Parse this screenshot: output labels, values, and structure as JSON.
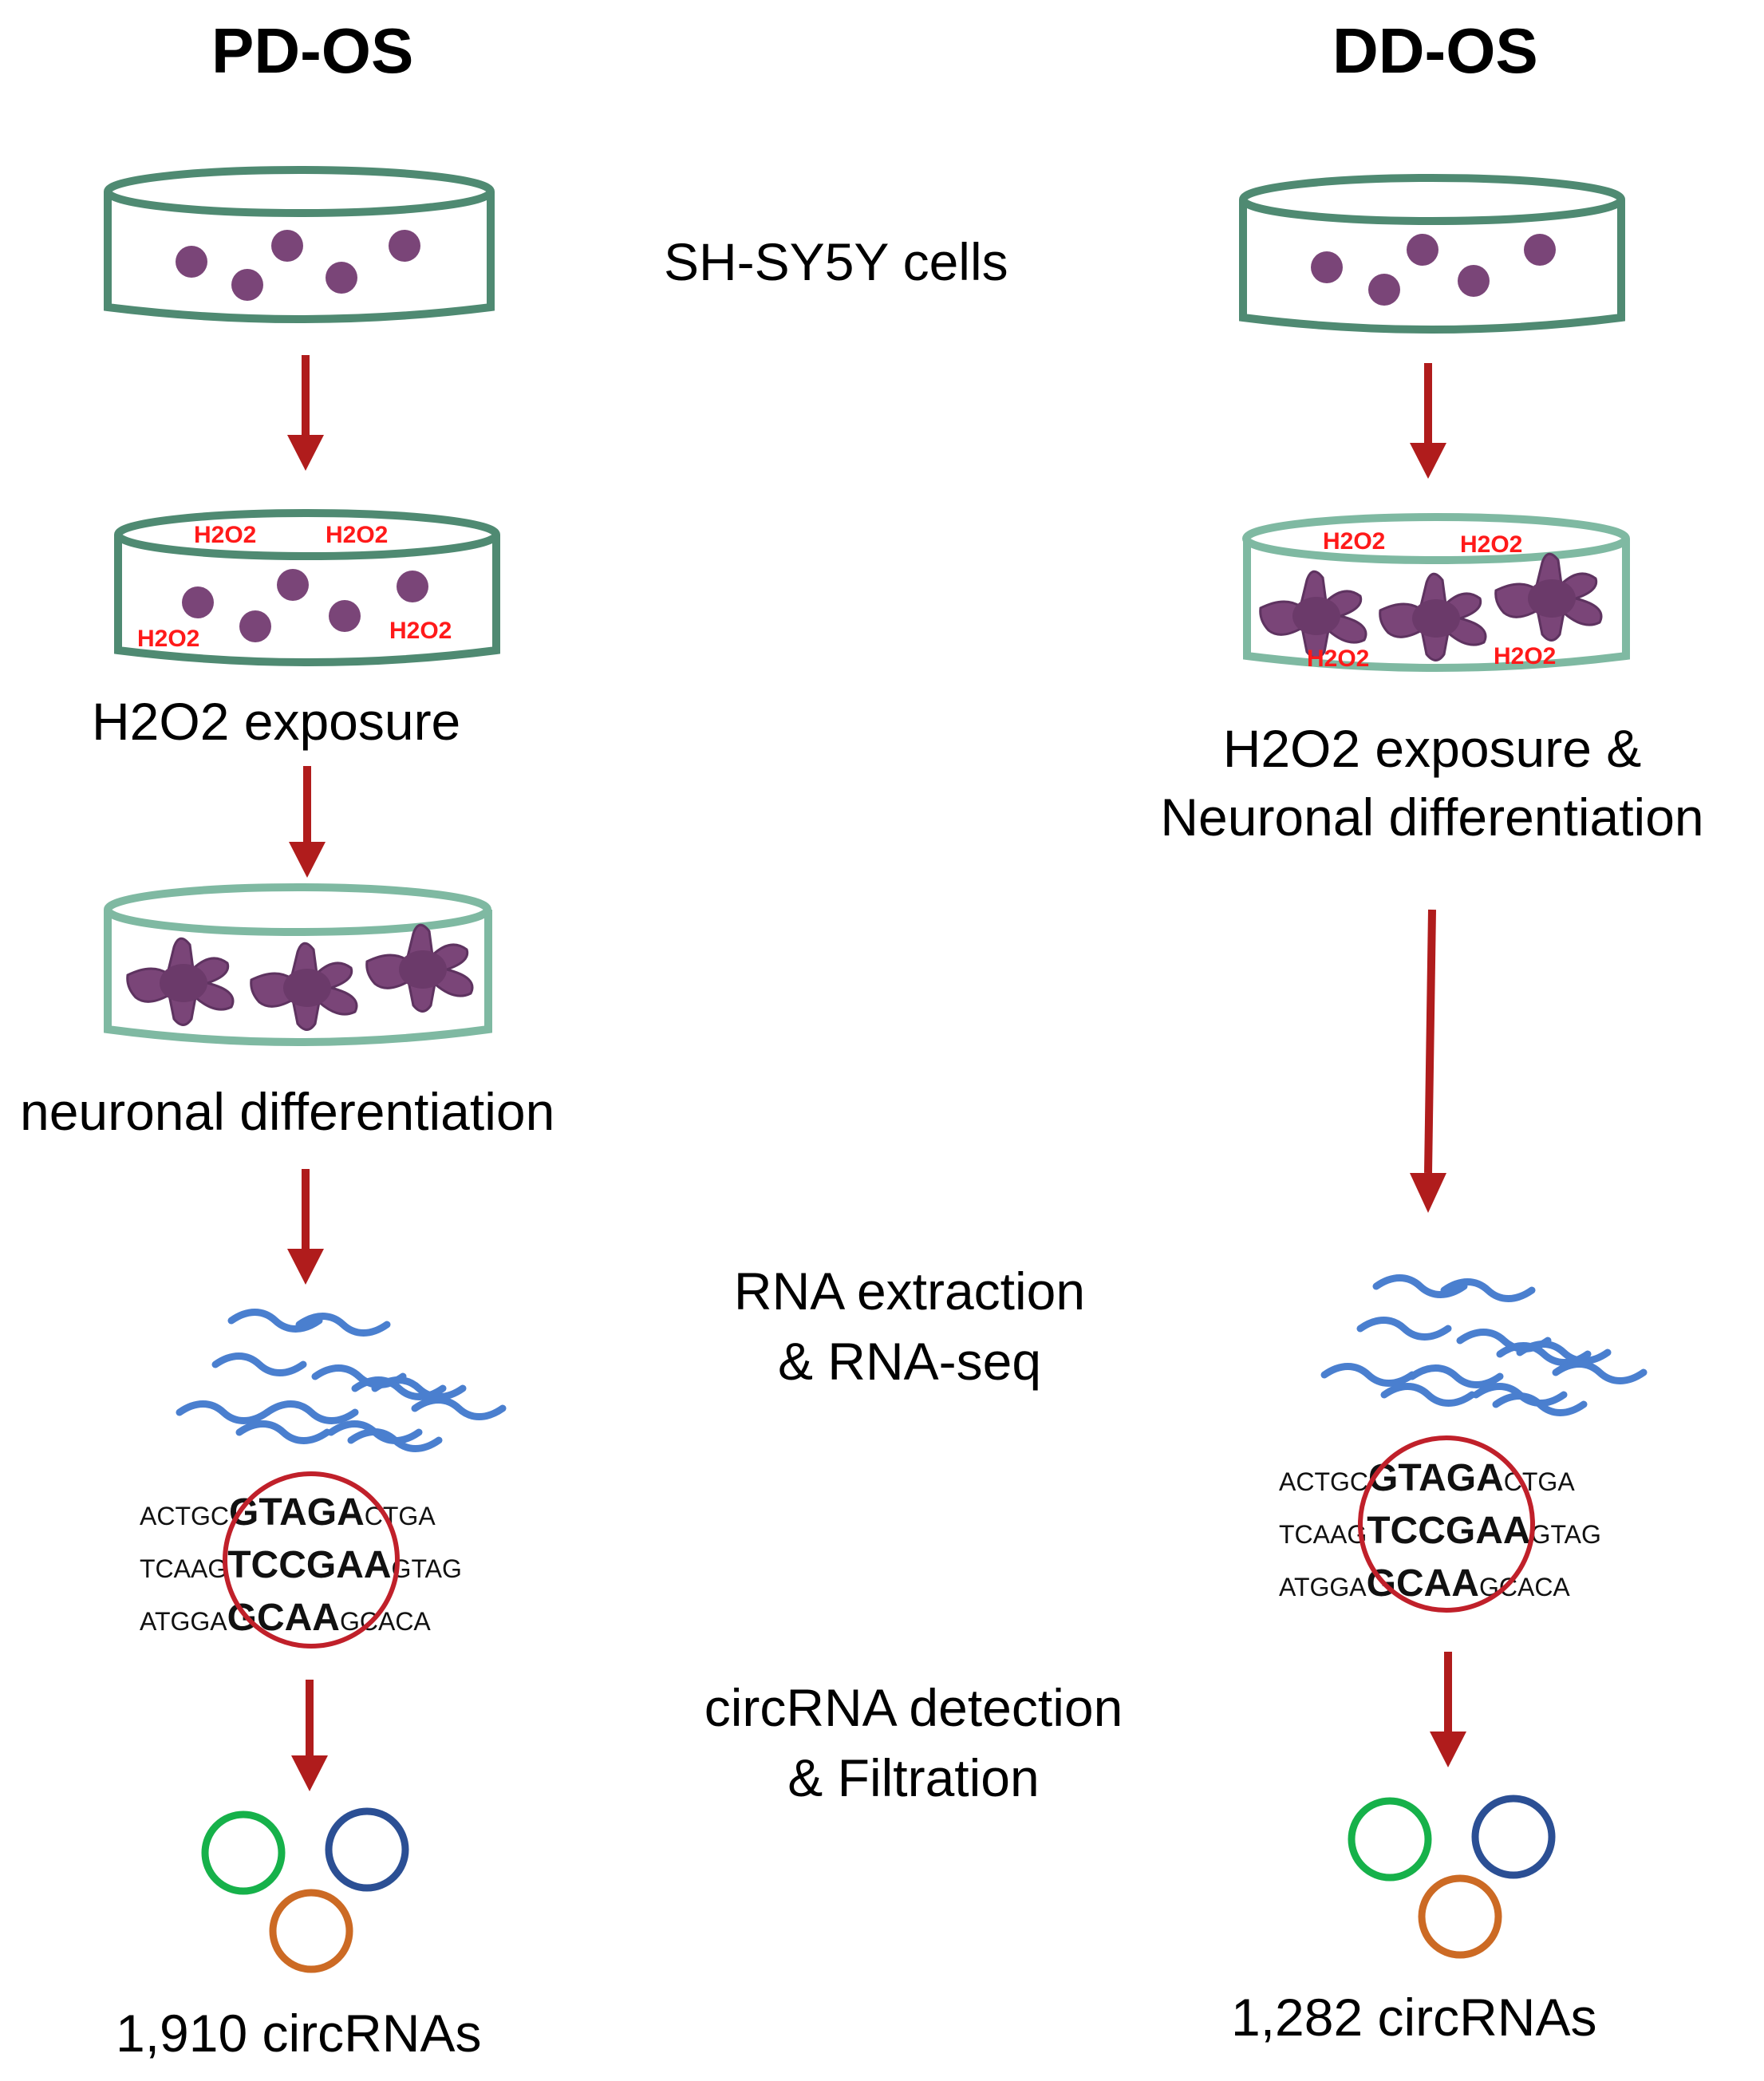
{
  "columns": {
    "left_title": "PD-OS",
    "right_title": "DD-OS"
  },
  "center_labels": {
    "start": "SH-SY5Y cells",
    "rna_line1": "RNA extraction",
    "rna_line2": "& RNA-seq",
    "circ_line1": "circRNA detection",
    "circ_line2": "& Filtration"
  },
  "left": {
    "step1_label": "H2O2 exposure",
    "step2_label": "neuronal differentiation",
    "result": "1,910 circRNAs"
  },
  "right": {
    "step1_line1": "H2O2 exposure &",
    "step1_line2": "Neuronal differentiation",
    "result": "1,282 circRNAs"
  },
  "reagent": "H2O2",
  "sequence": {
    "row1": {
      "pre": "ACTGC",
      "core": "GTAGA",
      "post": "CTGA"
    },
    "row2": {
      "pre": "TCAAG",
      "core": "TCCGAA",
      "post": "GTAG"
    },
    "row3": {
      "pre": "ATGGA",
      "core": "GCAA",
      "post": "GCACA"
    }
  },
  "colors": {
    "dish_dark": "#4f8a72",
    "dish_light": "#7fb9a2",
    "cell": "#7a4578",
    "arrow": "#b01c1c",
    "rna": "#4a7fcf",
    "circle_red": "#c0202a",
    "ring_green": "#16b14a",
    "ring_blue": "#2b4f94",
    "ring_orange": "#cc6a24",
    "reagent_text": "#ff1a1a"
  }
}
